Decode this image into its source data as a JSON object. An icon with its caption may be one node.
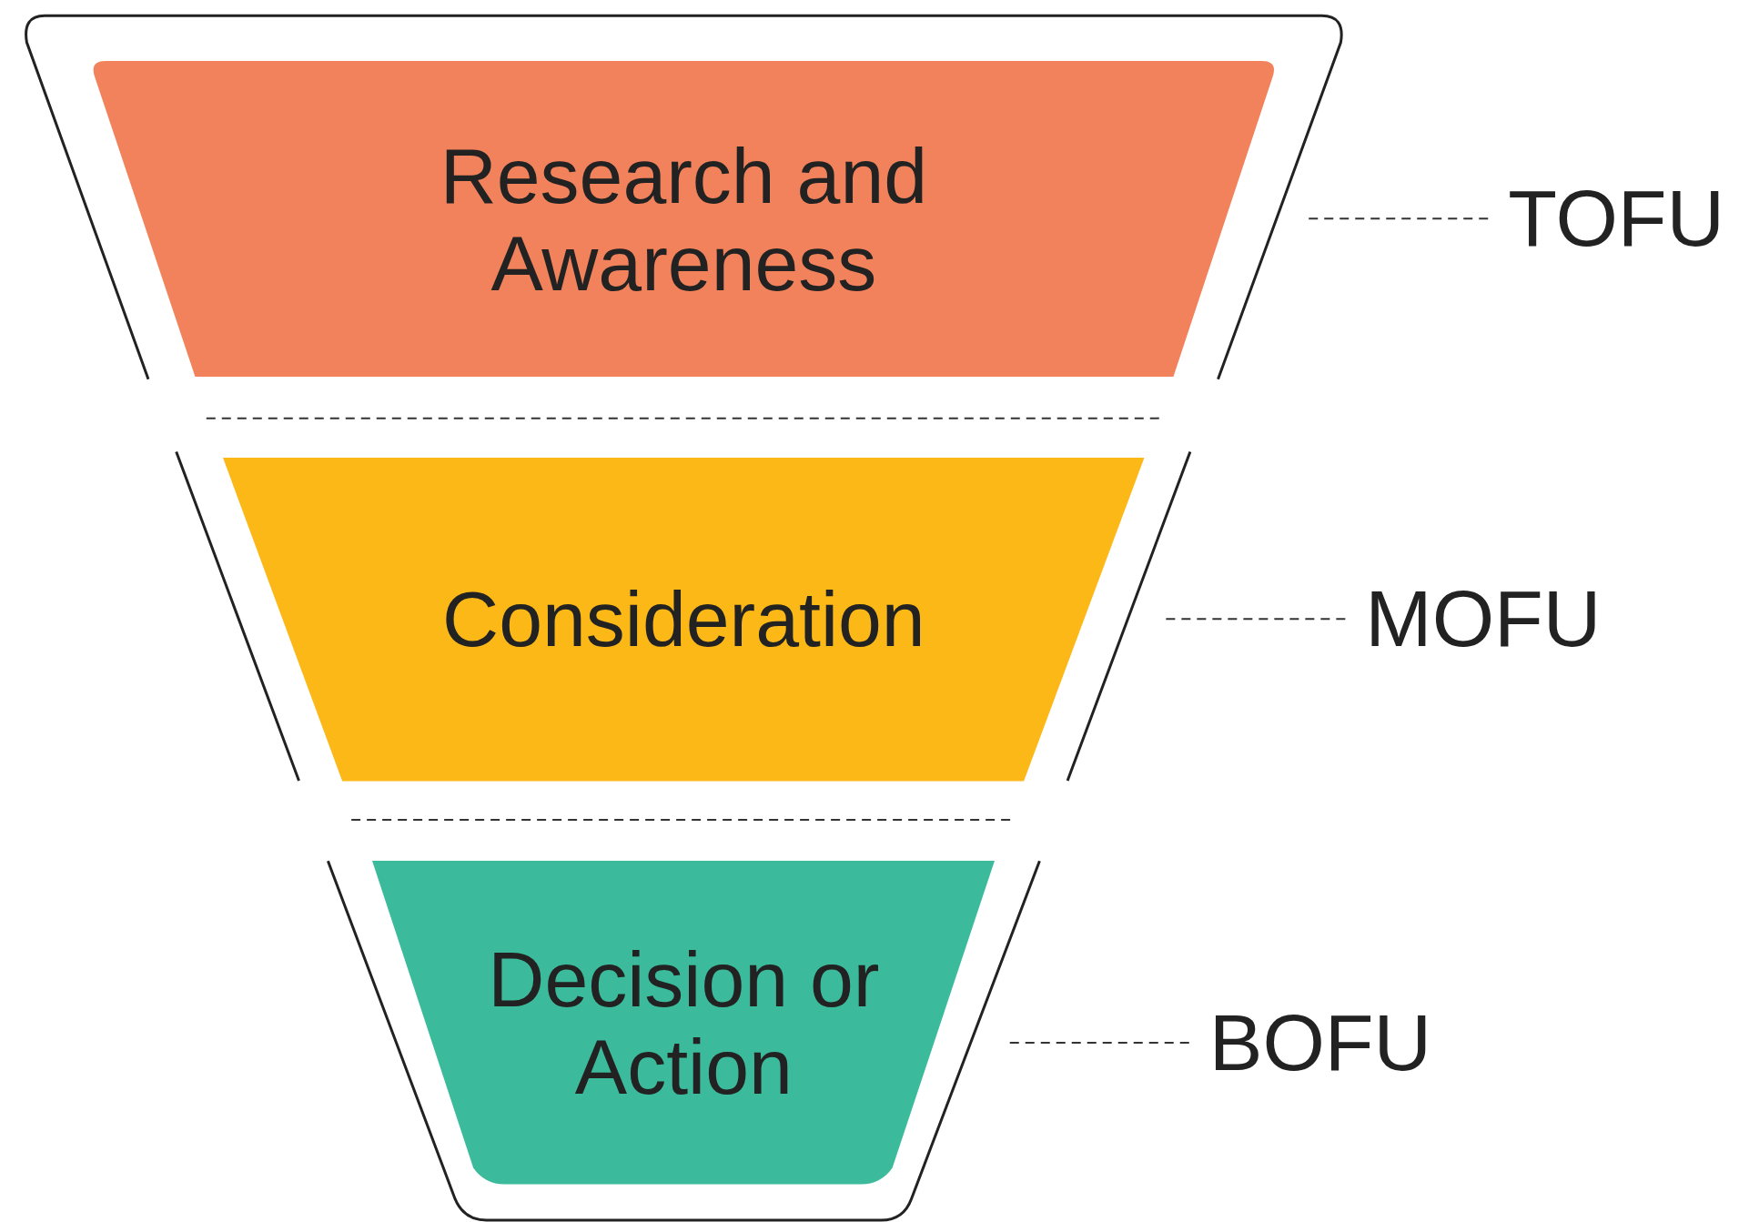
{
  "diagram": {
    "nodes": [
      {
        "text": [
          "Research and Awareness"
        ]
      },
      {
        "text": [
          "Consideration"
        ]
      },
      {
        "text": [
          "Decision or Action"
        ]
      },
      {
        "text": [
          "TOFU"
        ]
      },
      {
        "text": [
          "MOFU"
        ]
      },
      {
        "text": [
          "BOFU"
        ]
      }
    ],
    "edges": [
      {
        "from": 3,
        "to": 0,
        "arrow": "none",
        "style": "dashed"
      },
      {
        "from": 4,
        "to": 1,
        "arrow": "none",
        "style": "dashed"
      },
      {
        "from": 5,
        "to": 2,
        "arrow": "none",
        "style": "dashed"
      }
    ]
  }
}
